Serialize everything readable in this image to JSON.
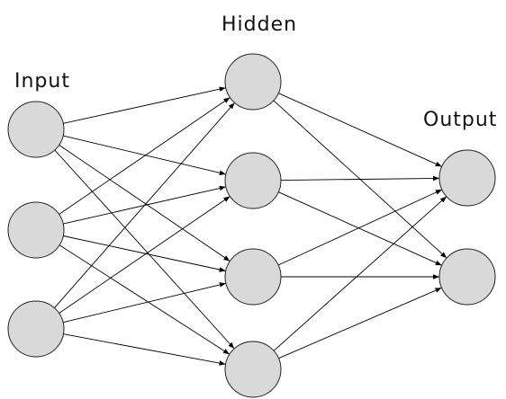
{
  "layers": [
    {
      "id": "input",
      "label": "Input",
      "count": 3
    },
    {
      "id": "hidden",
      "label": "Hidden",
      "count": 4
    },
    {
      "id": "output",
      "label": "Output",
      "count": 2
    }
  ],
  "colors": {
    "node_fill": "#d9d9d9",
    "node_stroke": "#222222",
    "edge": "#000000"
  },
  "connectivity": "fully-connected"
}
